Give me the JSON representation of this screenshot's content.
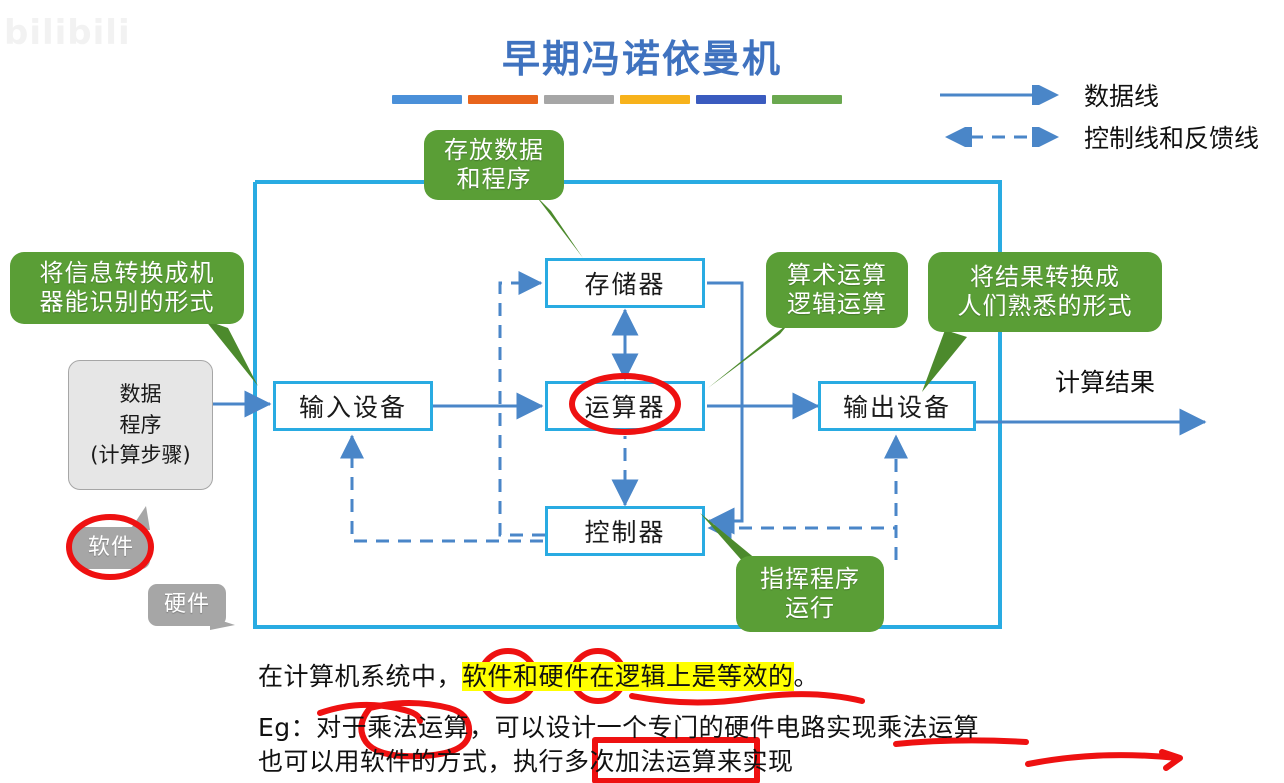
{
  "watermark": "bilibili",
  "title": "早期冯诺依曼机",
  "title_bar_colors": [
    "#4a90d9",
    "#e8641c",
    "#a6a6a6",
    "#f7b21b",
    "#3a5bbf",
    "#6aa84f"
  ],
  "accent_blue": "#29abe2",
  "line_blue": "#4a86c8",
  "callout_green": "#5a9e36",
  "annotation_red": "#ee1111",
  "highlight_yellow": "#ffff00",
  "legend": {
    "items": [
      {
        "icon": "solid-arrow-icon",
        "label": "数据线",
        "style": "solid"
      },
      {
        "icon": "dashed-double-arrow-icon",
        "label": "控制线和反馈线",
        "style": "dashed"
      }
    ]
  },
  "diagram": {
    "nodes": [
      {
        "id": "storage",
        "label": "存储器"
      },
      {
        "id": "input",
        "label": "输入设备"
      },
      {
        "id": "alu",
        "label": "运算器"
      },
      {
        "id": "output",
        "label": "输出设备"
      },
      {
        "id": "controller",
        "label": "控制器"
      }
    ],
    "software_box": {
      "lines": [
        "数据",
        "程序",
        "(计算步骤)"
      ]
    },
    "callouts": [
      {
        "id": "storage-callout",
        "lines": [
          "存放数据",
          "和程序"
        ],
        "color": "green"
      },
      {
        "id": "input-callout",
        "lines": [
          "将信息转换成机",
          "器能识别的形式"
        ],
        "color": "green"
      },
      {
        "id": "alu-callout",
        "lines": [
          "算术运算",
          "逻辑运算"
        ],
        "color": "green"
      },
      {
        "id": "output-callout",
        "lines": [
          "将结果转换成",
          "人们熟悉的形式"
        ],
        "color": "green"
      },
      {
        "id": "controller-callout",
        "lines": [
          "指挥程序",
          "运行"
        ],
        "color": "green"
      },
      {
        "id": "software-tag",
        "lines": [
          "软件"
        ],
        "color": "gray"
      },
      {
        "id": "hardware-tag",
        "lines": [
          "硬件"
        ],
        "color": "gray"
      }
    ],
    "result_label": "计算结果"
  },
  "paragraph": {
    "line1_prefix": "在计算机系统中，",
    "line1_highlight": "软件和硬件在逻辑上是等效的",
    "line1_suffix": "。",
    "line2": "Eg：对于乘法运算，可以设计一个专门的硬件电路实现乘法运算",
    "line3": "也可以用软件的方式，执行多次加法运算来实现"
  }
}
